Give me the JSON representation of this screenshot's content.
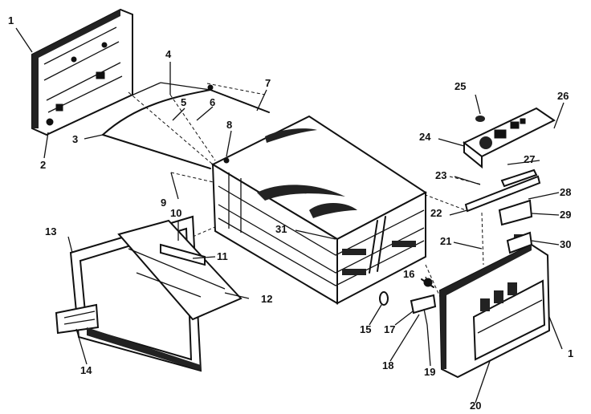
{
  "diagram": {
    "part_labels": {
      "p1a": "1",
      "p1b": "1",
      "p2": "2",
      "p3": "3",
      "p4": "4",
      "p5": "5",
      "p6": "6",
      "p7": "7",
      "p8": "8",
      "p9": "9",
      "p10": "10",
      "p11": "11",
      "p12": "12",
      "p13": "13",
      "p14": "14",
      "p15": "15",
      "p16": "16",
      "p17": "17",
      "p18": "18",
      "p19": "19",
      "p20": "20",
      "p21": "21",
      "p22": "22",
      "p23": "23",
      "p24": "24",
      "p25": "25",
      "p26": "26",
      "p27": "27",
      "p28": "28",
      "p29": "29",
      "p30": "30",
      "p31": "31"
    }
  }
}
